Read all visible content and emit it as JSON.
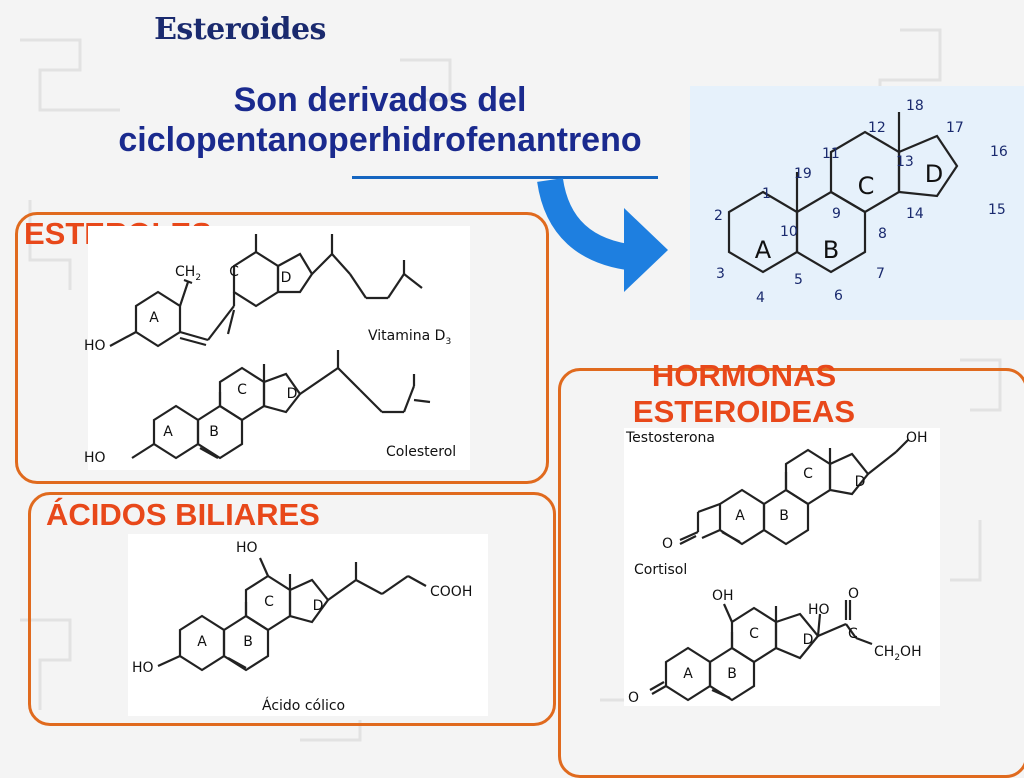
{
  "title": "Esteroides",
  "subtitle_lines": [
    "Son derivados del",
    "ciclopentanoperhidrofenantreno"
  ],
  "sections": {
    "esteroles": {
      "heading": "ESTEROLES",
      "vitamin": {
        "caption_main": "Vitamina D",
        "caption_sub": "3",
        "ho": "HO",
        "ch2_main": "CH",
        "ch2_sub": "2",
        "rings": [
          "A",
          "C",
          "D"
        ]
      },
      "cholesterol": {
        "caption": "Colesterol",
        "ho": "HO",
        "rings": [
          "A",
          "B",
          "C",
          "D"
        ]
      }
    },
    "acidos": {
      "heading": "ÁCIDOS BILIARES",
      "colico": {
        "caption": "Ácido cólico",
        "ho_left": "HO",
        "ho_top": "HO",
        "cooh": "COOH",
        "rings": [
          "A",
          "B",
          "C",
          "D"
        ]
      }
    },
    "hormonas": {
      "heading_lines": [
        "HORMONAS",
        "ESTEROIDEAS"
      ],
      "testosterona": {
        "caption": "Testosterona",
        "oh": "OH",
        "o": "O",
        "rings": [
          "A",
          "B",
          "C",
          "D"
        ]
      },
      "cortisol": {
        "caption": "Cortisol",
        "oh": "OH",
        "ho": "HO",
        "o_left": "O",
        "o_top": "O",
        "c": "C",
        "ch2oh_a": "CH",
        "ch2oh_sub": "2",
        "ch2oh_b": "OH",
        "rings": [
          "A",
          "B",
          "C",
          "D"
        ]
      }
    }
  },
  "nucleus": {
    "rings": [
      "A",
      "B",
      "C",
      "D"
    ],
    "numbers": [
      "1",
      "2",
      "3",
      "4",
      "5",
      "6",
      "7",
      "8",
      "9",
      "10",
      "11",
      "12",
      "13",
      "14",
      "15",
      "16",
      "17",
      "18",
      "19"
    ]
  },
  "colors": {
    "title": "#1a2a6e",
    "heading": "#e8481a",
    "box_border": "#e06a1e",
    "arrow": "#1e7fe0",
    "nucleus_bg": "#e6f1fb",
    "number_color": "#1a2a6e"
  }
}
